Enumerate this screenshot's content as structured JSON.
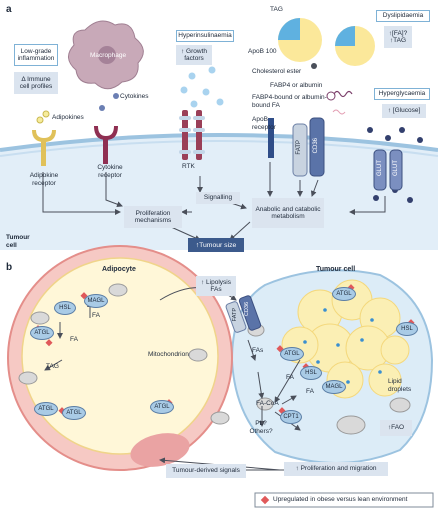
{
  "panel_a": {
    "letter": "a",
    "inflammation": "Low-grade inflammation",
    "immune": "Δ Immune cell profiles",
    "macrophage": "Macrophage",
    "cytokines": "Cytokines",
    "adipokines": "Adipokines",
    "adipokine_receptor": "Adipokine receptor",
    "cytokine_receptor": "Cytokine receptor",
    "hyperinsulinaemia": "Hyperinsulinaemia",
    "growth_factors": "↑ Growth factors",
    "rtk": "RTK",
    "signalling": "Signalling",
    "tag": "TAG",
    "apob100": "ApoB 100",
    "cholesterol_ester": "Cholesterol ester",
    "dyslipidaemia": "Dyslipidaemia",
    "fa_tag": "↑[FA]? ↑TAG",
    "fabp4": "FABP4 or albumin",
    "fabp4_fa": "FABP4-bound or albumin-bound FA",
    "apob_receptor": "ApoB receptor",
    "fatp": "FATP",
    "cd36": "CD36",
    "hyperglycaemia": "Hyperglycaemia",
    "glucose": "↑ [Glucose]",
    "glut": "GLUT",
    "proliferation": "Proliferation mechanisms",
    "anabolic": "Anabolic and catabolic metabolism",
    "tumour_size": "↑Tumour size",
    "tumour_cell": "Tumour cell"
  },
  "panel_b": {
    "letter": "b",
    "adipocyte": "Adipocyte",
    "tumour_cell": "Tumour cell",
    "lipolysis": "↑ Lipolysis FAs",
    "hsl": "HSL",
    "magl": "MAGL",
    "atgl": "ATGL",
    "fa": "FA",
    "tag": "TAG",
    "mitochondrion": "Mitochondrion",
    "cd36": "CD36",
    "fatp": "FATP",
    "fas": "FAs",
    "fa_coa": "FA-CoA",
    "pl_others": "PL? Others?",
    "cpt1": "CPT1",
    "lipid_droplets": "Lipid droplets",
    "fao": "↑FAO",
    "tumour_signals": "Tumour-derived signals",
    "proliferation_migration": "↑ Proliferation and migration",
    "legend": "Upregulated in obese versus lean environment"
  },
  "colors": {
    "adipocyte_fill": "#f6c9c4",
    "tumour_fill": "#dcecf7",
    "lipid": "#fbefb4",
    "receptor_red": "#b2485c",
    "enzyme": "#a9cbe6",
    "marker": "#e0595a"
  }
}
